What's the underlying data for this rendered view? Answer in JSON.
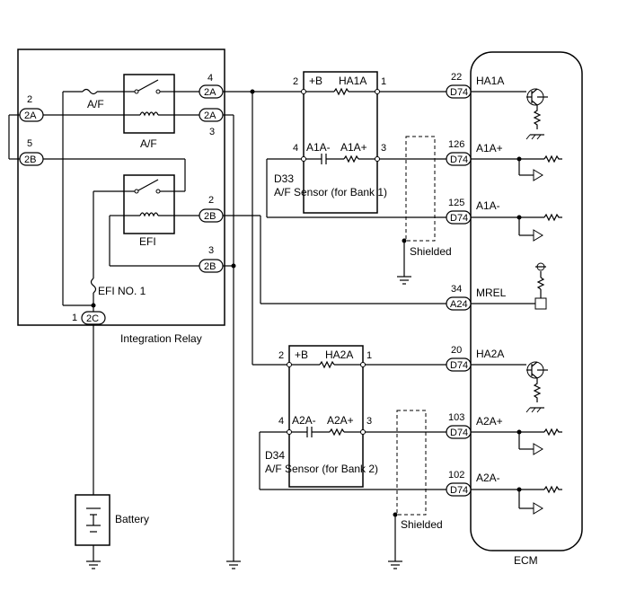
{
  "integration_relay": {
    "label": "Integration Relay",
    "af_fuse": "A/F",
    "af_relay": "A/F",
    "efi_relay": "EFI",
    "efi_fuse": "EFI NO. 1",
    "pins": [
      {
        "num": "4",
        "conn": "2A"
      },
      {
        "num": "3",
        "conn": "2A"
      },
      {
        "num": "2",
        "conn": "2B"
      },
      {
        "num": "3",
        "conn": "2B"
      },
      {
        "num": "2",
        "conn": "2A"
      },
      {
        "num": "5",
        "conn": "2B"
      },
      {
        "num": "1",
        "conn": "2C"
      }
    ]
  },
  "battery": {
    "label": "Battery"
  },
  "sensor_bank1": {
    "id": "D33",
    "name": "A/F Sensor (for Bank 1)",
    "heater_plus": "+B",
    "heater": "HA1A",
    "sig_minus": "A1A-",
    "sig_plus": "A1A+",
    "pins": [
      "2",
      "1",
      "4",
      "3"
    ]
  },
  "sensor_bank2": {
    "id": "D34",
    "name": "A/F Sensor (for Bank 2)",
    "heater_plus": "+B",
    "heater": "HA2A",
    "sig_minus": "A2A-",
    "sig_plus": "A2A+",
    "pins": [
      "2",
      "1",
      "4",
      "3"
    ]
  },
  "shielded": [
    "Shielded",
    "Shielded"
  ],
  "ecm": {
    "label": "ECM",
    "terminals": [
      {
        "pin": "22",
        "conn": "D74",
        "signal": "HA1A"
      },
      {
        "pin": "126",
        "conn": "D74",
        "signal": "A1A+"
      },
      {
        "pin": "125",
        "conn": "D74",
        "signal": "A1A-"
      },
      {
        "pin": "34",
        "conn": "A24",
        "signal": "MREL"
      },
      {
        "pin": "20",
        "conn": "D74",
        "signal": "HA2A"
      },
      {
        "pin": "103",
        "conn": "D74",
        "signal": "A2A+"
      },
      {
        "pin": "102",
        "conn": "D74",
        "signal": "A2A-"
      }
    ]
  }
}
